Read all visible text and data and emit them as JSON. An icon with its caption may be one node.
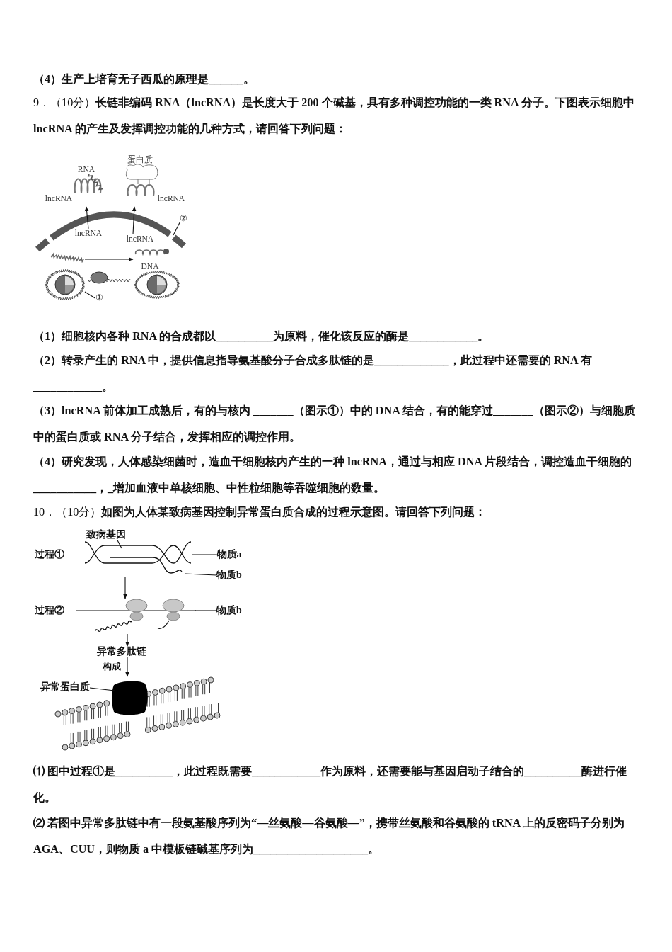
{
  "diagram": {
    "nodes": [
      {
        "text": [
          "RNA",
          "lncRNA"
        ]
      },
      {
        "text": [
          "蛋白质",
          "lncRNA"
        ]
      },
      {
        "text": [
          "②"
        ]
      },
      {
        "text": [
          "lncRNA"
        ]
      },
      {
        "text": [
          "lncRNA"
        ]
      },
      {
        "text": [],
        "shape": "picture"
      },
      {
        "text": [],
        "shape": "picture",
        "beside": [
          "DNA"
        ]
      },
      {
        "text": [
          "①"
        ]
      },
      {
        "text": [
          "致病基因"
        ]
      },
      {
        "text": [
          "物质a"
        ]
      },
      {
        "text": [
          "物质b"
        ]
      },
      {
        "text": [],
        "shape": "picture"
      },
      {
        "text": [
          "物质b"
        ]
      },
      {
        "text": [],
        "shape": "picture"
      },
      {
        "text": [
          "异常多肽链"
        ]
      },
      {
        "text": [
          "异常蛋白质"
        ]
      },
      {
        "text": [],
        "shape": "picture"
      }
    ],
    "edges": [
      {
        "from": 3,
        "to": 0,
        "arrow": "to"
      },
      {
        "from": 4,
        "to": 1,
        "arrow": "to"
      },
      {
        "from": 5,
        "to": 6,
        "arrow": "to"
      },
      {
        "from": 2,
        "to": null,
        "arrow": "none"
      },
      {
        "from": 7,
        "to": 5,
        "arrow": "none"
      },
      {
        "from": 8,
        "to": 11,
        "arrow": "none"
      },
      {
        "from": 9,
        "to": 11,
        "arrow": "none"
      },
      {
        "from": 10,
        "to": 11,
        "arrow": "none"
      },
      {
        "from": 11,
        "to": 13,
        "arrow": "to"
      },
      {
        "from": 12,
        "to": 13,
        "arrow": "none"
      },
      {
        "from": 13,
        "to": 14,
        "arrow": "to"
      },
      {
        "from": 14,
        "to": 16,
        "arrow": "to",
        "label": "构成"
      },
      {
        "from": 15,
        "to": 16,
        "arrow": "none"
      }
    ],
    "labels": [
      "（4）生产上培育无子西瓜的原理是______。",
      "9．（10分）**长链非编码 RNA（lncRNA）是长度大于 200 个碱基，具有多种调控功能的一类 RNA 分子。下图表示细胞中 lncRNA 的产生及发挥调控功能的几种方式，请回答下列问题：**",
      "（1）细胞核内各种 RNA 的合成都以__________为原料，催化该反应的酶是____________。",
      "（2）转录产生的 RNA 中，提供信息指导氨基酸分子合成多肽链的是_____________，此过程中还需要的 RNA 有 ____________。",
      "（3）lncRNA 前体加工成熟后，有的与核内 _______（图示①）中的 DNA 结合，有的能穿过_______（图示②）与细胞质中的蛋白质或 RNA 分子结合，发挥相应的调控作用。",
      "（4）研究发现，人体感染细菌时，造血干细胞核内产生的一种 lncRNA，通过与相应 DNA 片段结合，调控造血干细胞的 ___________，_增加血液中单核细胞、中性粒细胞等吞噬细胞的数量。",
      "10．（10分）**如图为人体某致病基因控制异常蛋白质合成的过程示意图。请回答下列问题：**",
      "过程①",
      "过程②",
      "⑴ 图中过程①是__________，此过程既需要____________作为原料，还需要能与基因启动子结合的__________酶进行催化。",
      "⑵ 若图中异常多肽链中有一段氨基酸序列为“—丝氨酸—谷氨酸—”，携带丝氨酸和谷氨酸的 tRNA 上的反密码子分别为 AGA、CUU，则物质 a 中模板链碱基序列为____________________。"
    ]
  }
}
